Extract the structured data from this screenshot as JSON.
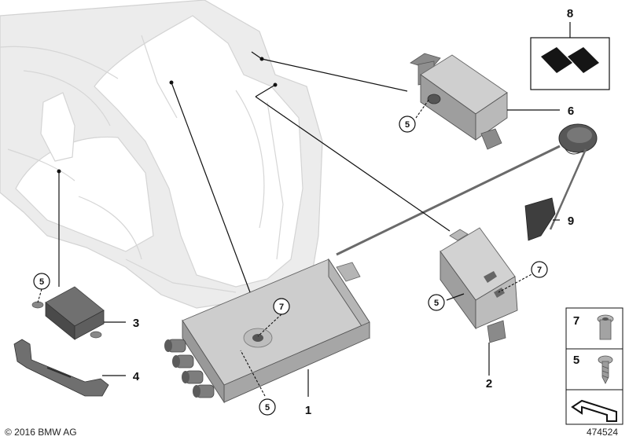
{
  "callouts": {
    "c1": "1",
    "c2": "2",
    "c3": "3",
    "c4": "4",
    "c5a": "5",
    "c5b": "5",
    "c5c": "5",
    "c5d": "5",
    "c6": "6",
    "c7a": "7",
    "c7b": "7",
    "c8": "8",
    "c9": "9"
  },
  "legend": {
    "item7_label": "7",
    "item5_label": "5"
  },
  "footer": {
    "copyright": "© 2016 BMW AG",
    "image_number": "474524"
  },
  "colors": {
    "body_shell": "#ececec",
    "part_grey": "#a9a9a9",
    "part_dark": "#555555",
    "line": "#111111"
  }
}
